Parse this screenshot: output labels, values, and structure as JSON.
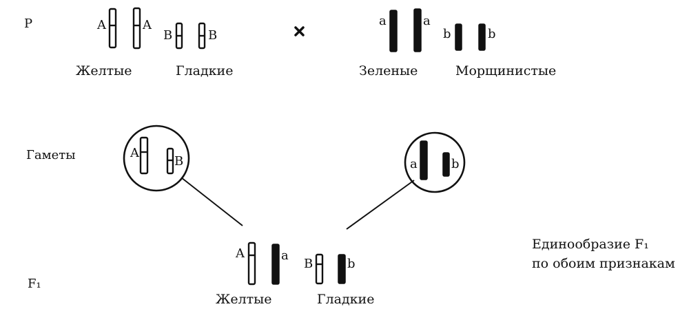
{
  "generations": {
    "parental": "P",
    "gametes": "Гаметы",
    "f1": "F₁"
  },
  "cross_symbol": "×",
  "parents": {
    "left": {
      "alleles": [
        "A",
        "A",
        "B",
        "B"
      ],
      "traits": [
        "Желтые",
        "Гладкие"
      ]
    },
    "right": {
      "alleles": [
        "a",
        "a",
        "b",
        "b"
      ],
      "traits": [
        "Зеленые",
        "Морщинистые"
      ]
    }
  },
  "gametes": {
    "left": [
      "A",
      "B"
    ],
    "right": [
      "a",
      "b"
    ]
  },
  "offspring": {
    "alleles": [
      "A",
      "a",
      "B",
      "b"
    ],
    "traits": [
      "Желтые",
      "Гладкие"
    ]
  },
  "note": {
    "line1": "Единообразие F₁",
    "line2": "по обоим признакам"
  },
  "colors": {
    "ink": "#111111",
    "background": "#ffffff"
  }
}
